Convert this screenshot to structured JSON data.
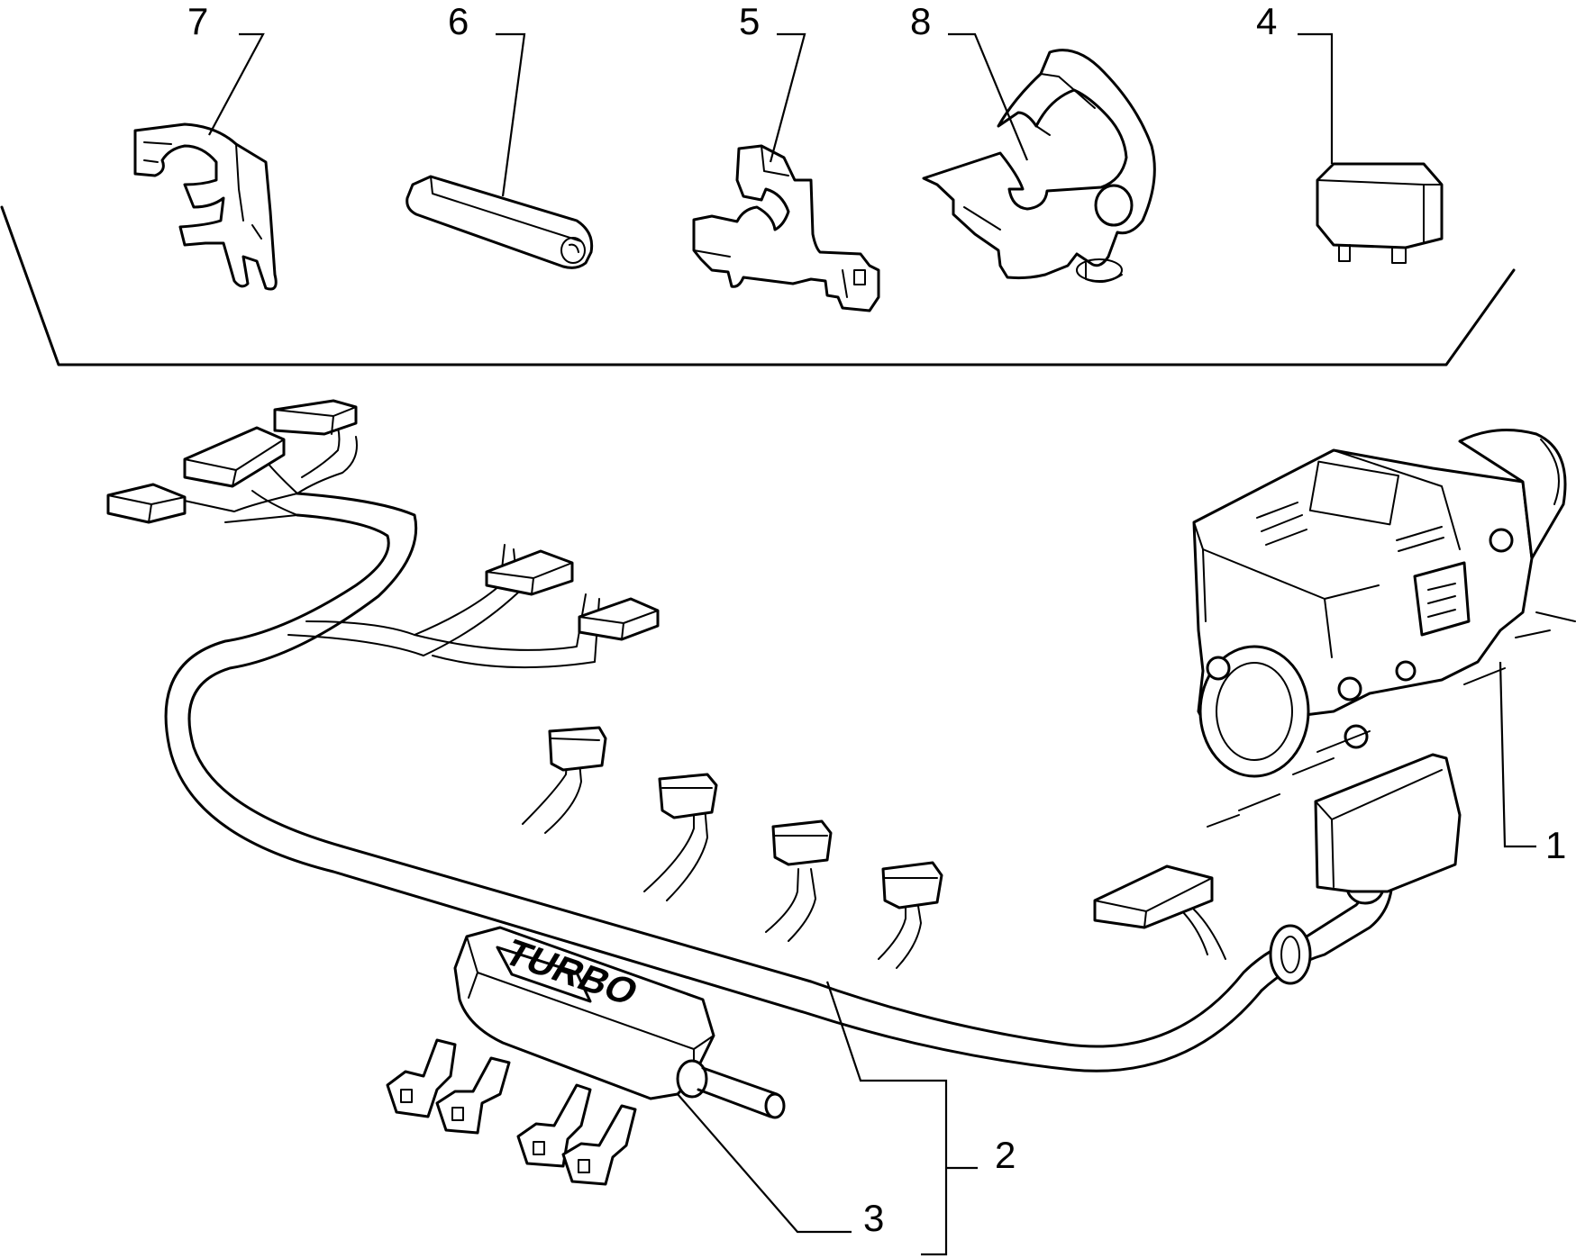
{
  "diagram": {
    "callouts": [
      {
        "id": "callout-1",
        "label": "1"
      },
      {
        "id": "callout-2",
        "label": "2"
      },
      {
        "id": "callout-3",
        "label": "3"
      },
      {
        "id": "callout-4",
        "label": "4"
      },
      {
        "id": "callout-5",
        "label": "5"
      },
      {
        "id": "callout-6",
        "label": "6"
      },
      {
        "id": "callout-7",
        "label": "7"
      },
      {
        "id": "callout-8",
        "label": "8"
      }
    ],
    "parts": {
      "airflow_meter": "airflow-meter",
      "wiring_harness": "wiring-harness",
      "turbo_module": "turbo-module",
      "relay": "relay",
      "bracket_5": "bracket",
      "sleeve_6": "sleeve",
      "clip_7": "clip",
      "clamp_8": "clamp"
    },
    "module_marking": "TURBO",
    "ink_color": "#000000",
    "background_color": "#ffffff"
  }
}
